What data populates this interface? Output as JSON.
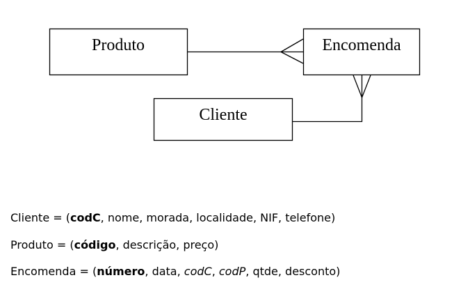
{
  "diagram": {
    "entities": [
      {
        "id": "produto",
        "label": "Produto"
      },
      {
        "id": "encomenda",
        "label": "Encomenda"
      },
      {
        "id": "cliente",
        "label": "Cliente"
      }
    ]
  },
  "schemas": [
    {
      "name": "Cliente",
      "prefix": " = (",
      "attrs": [
        {
          "text": "codC",
          "kind": "pk"
        },
        {
          "text": "nome",
          "kind": "plain"
        },
        {
          "text": "morada",
          "kind": "plain"
        },
        {
          "text": "localidade",
          "kind": "plain"
        },
        {
          "text": "NIF",
          "kind": "plain"
        },
        {
          "text": "telefone",
          "kind": "plain"
        }
      ],
      "separator": ", ",
      "suffix": ")"
    },
    {
      "name": "Produto",
      "prefix": " = (",
      "attrs": [
        {
          "text": "código",
          "kind": "pk"
        },
        {
          "text": "descrição",
          "kind": "plain"
        },
        {
          "text": "preço",
          "kind": "plain"
        }
      ],
      "separator": ", ",
      "suffix": ")"
    },
    {
      "name": "Encomenda",
      "prefix": " = (",
      "attrs": [
        {
          "text": "número",
          "kind": "pk"
        },
        {
          "text": "data",
          "kind": "plain"
        },
        {
          "text": "codC",
          "kind": "fk"
        },
        {
          "text": "codP",
          "kind": "fk"
        },
        {
          "text": "qtde",
          "kind": "plain"
        },
        {
          "text": "desconto",
          "kind": "plain"
        }
      ],
      "separator": ", ",
      "suffix": ")"
    }
  ]
}
